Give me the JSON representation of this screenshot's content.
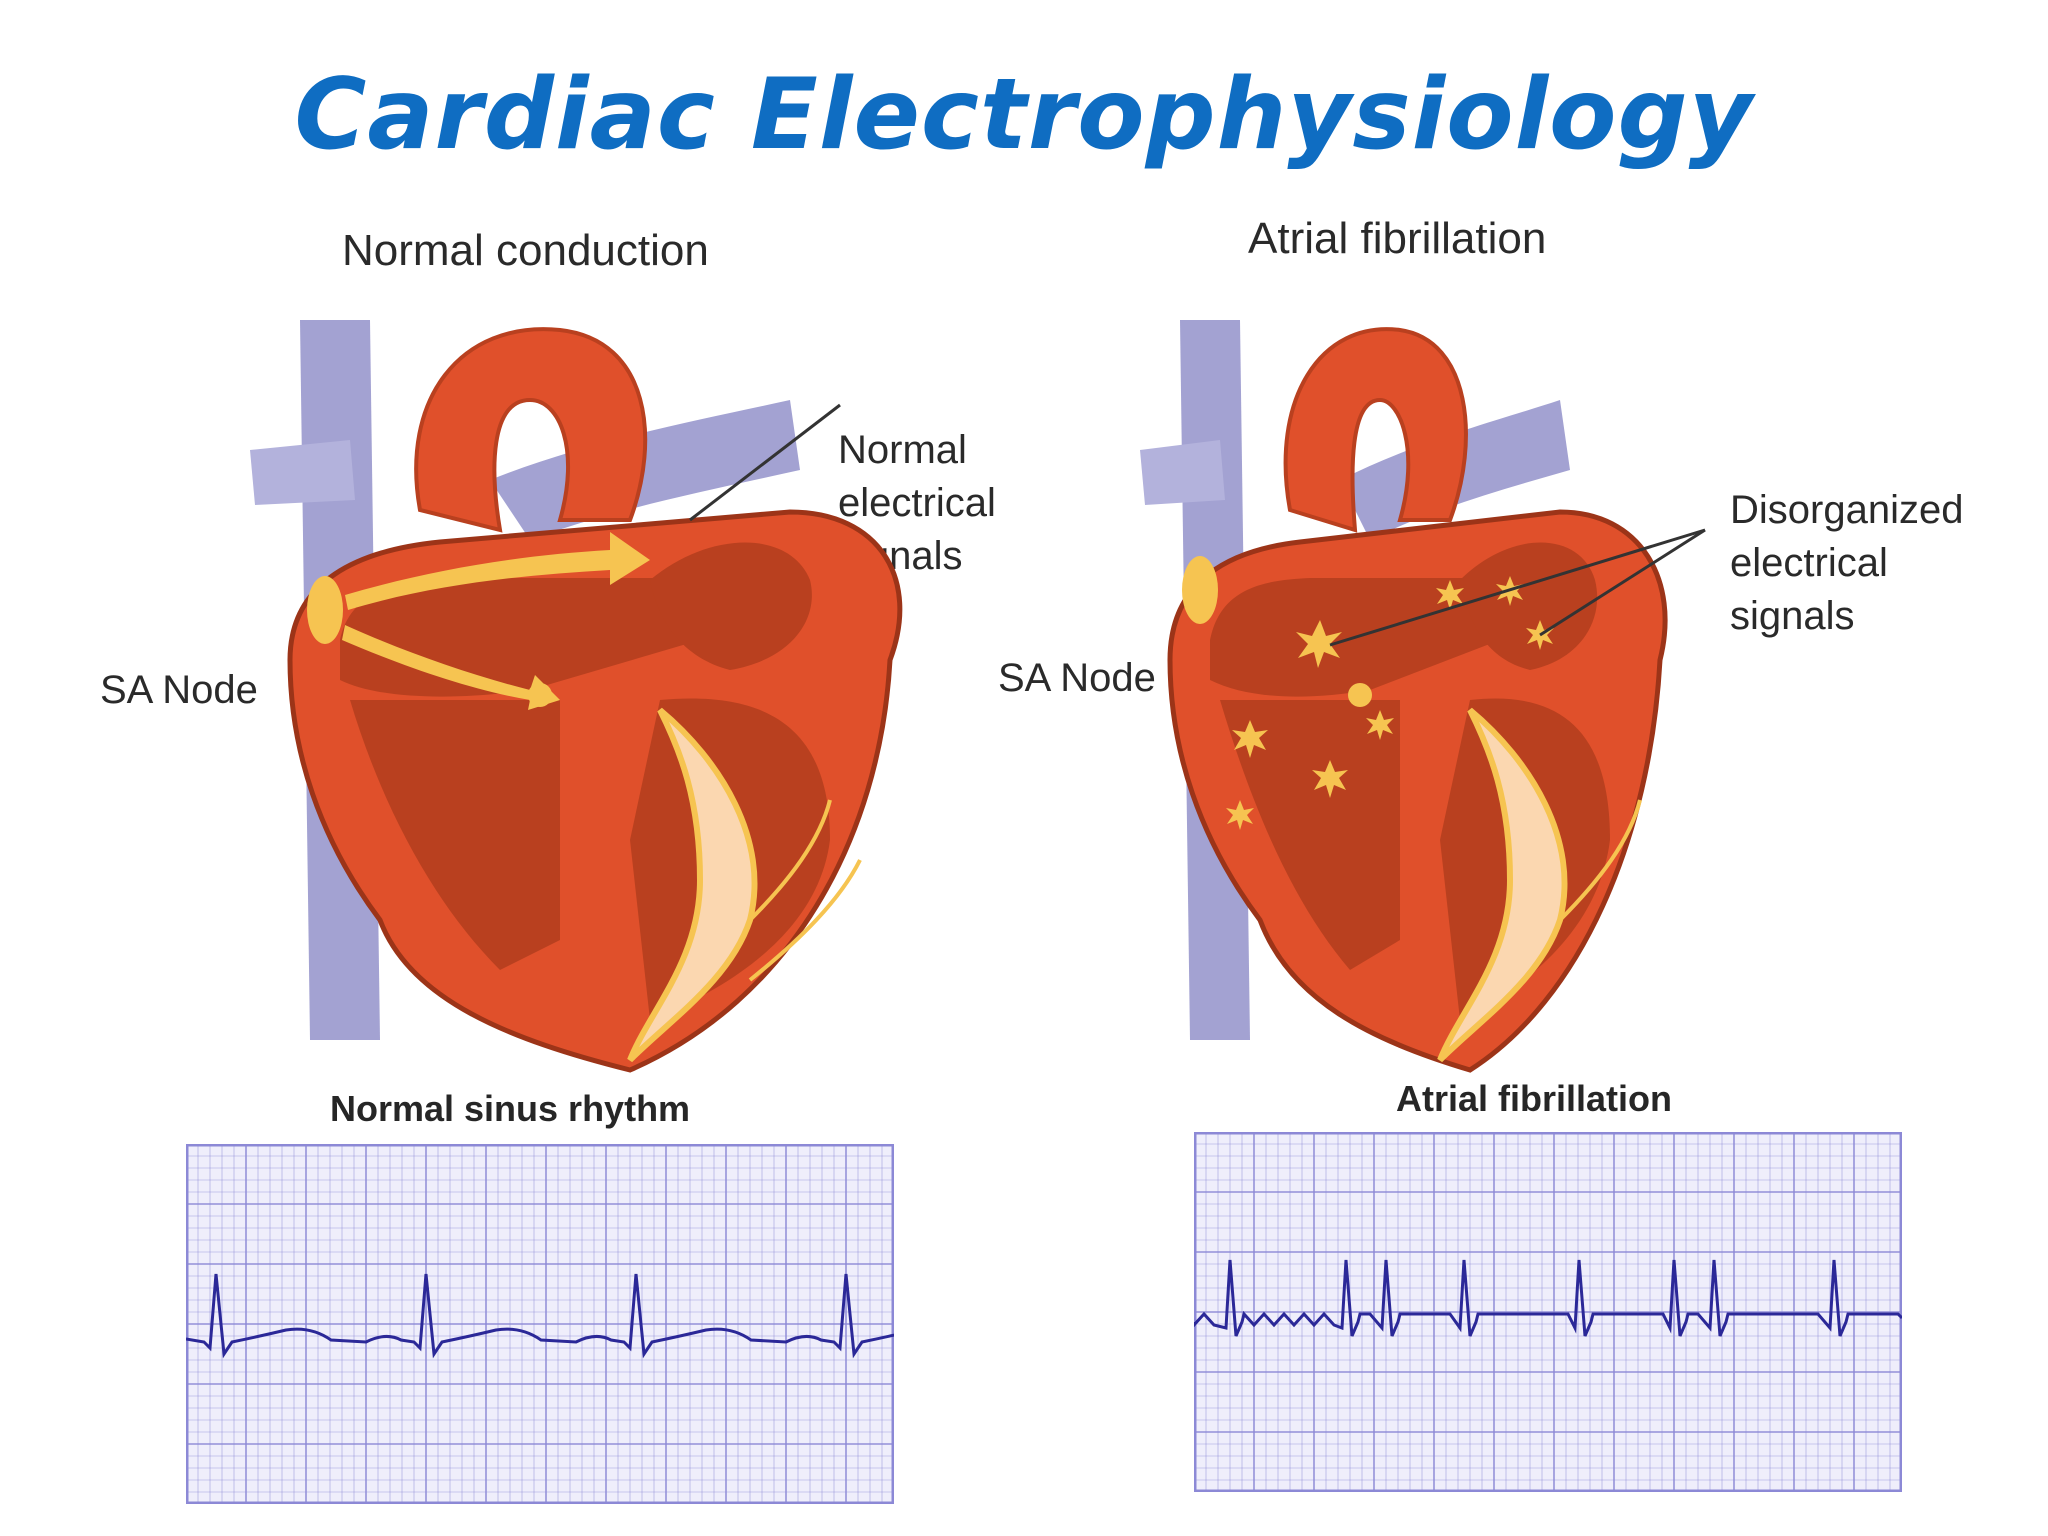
{
  "title": "Cardiac Electrophysiology",
  "left_panel": {
    "heading": "Normal conduction",
    "callout": [
      "Normal",
      "electrical",
      "signals"
    ],
    "node_label": "SA Node",
    "strip_title": "Normal sinus rhythm"
  },
  "right_panel": {
    "heading": "Atrial fibrillation",
    "callout": [
      "Disorganized",
      "electrical",
      "signals"
    ],
    "node_label": "SA Node",
    "strip_title": "Atrial fibrillation"
  },
  "colors": {
    "title": "#0f6dc2",
    "heart_outer": "#e0502b",
    "heart_inner": "#b9401f",
    "vessel": "#a3a2d2",
    "signal": "#f6c451",
    "ecg_grid": "#8c89d6",
    "ecg_trace": "#2b2898"
  }
}
